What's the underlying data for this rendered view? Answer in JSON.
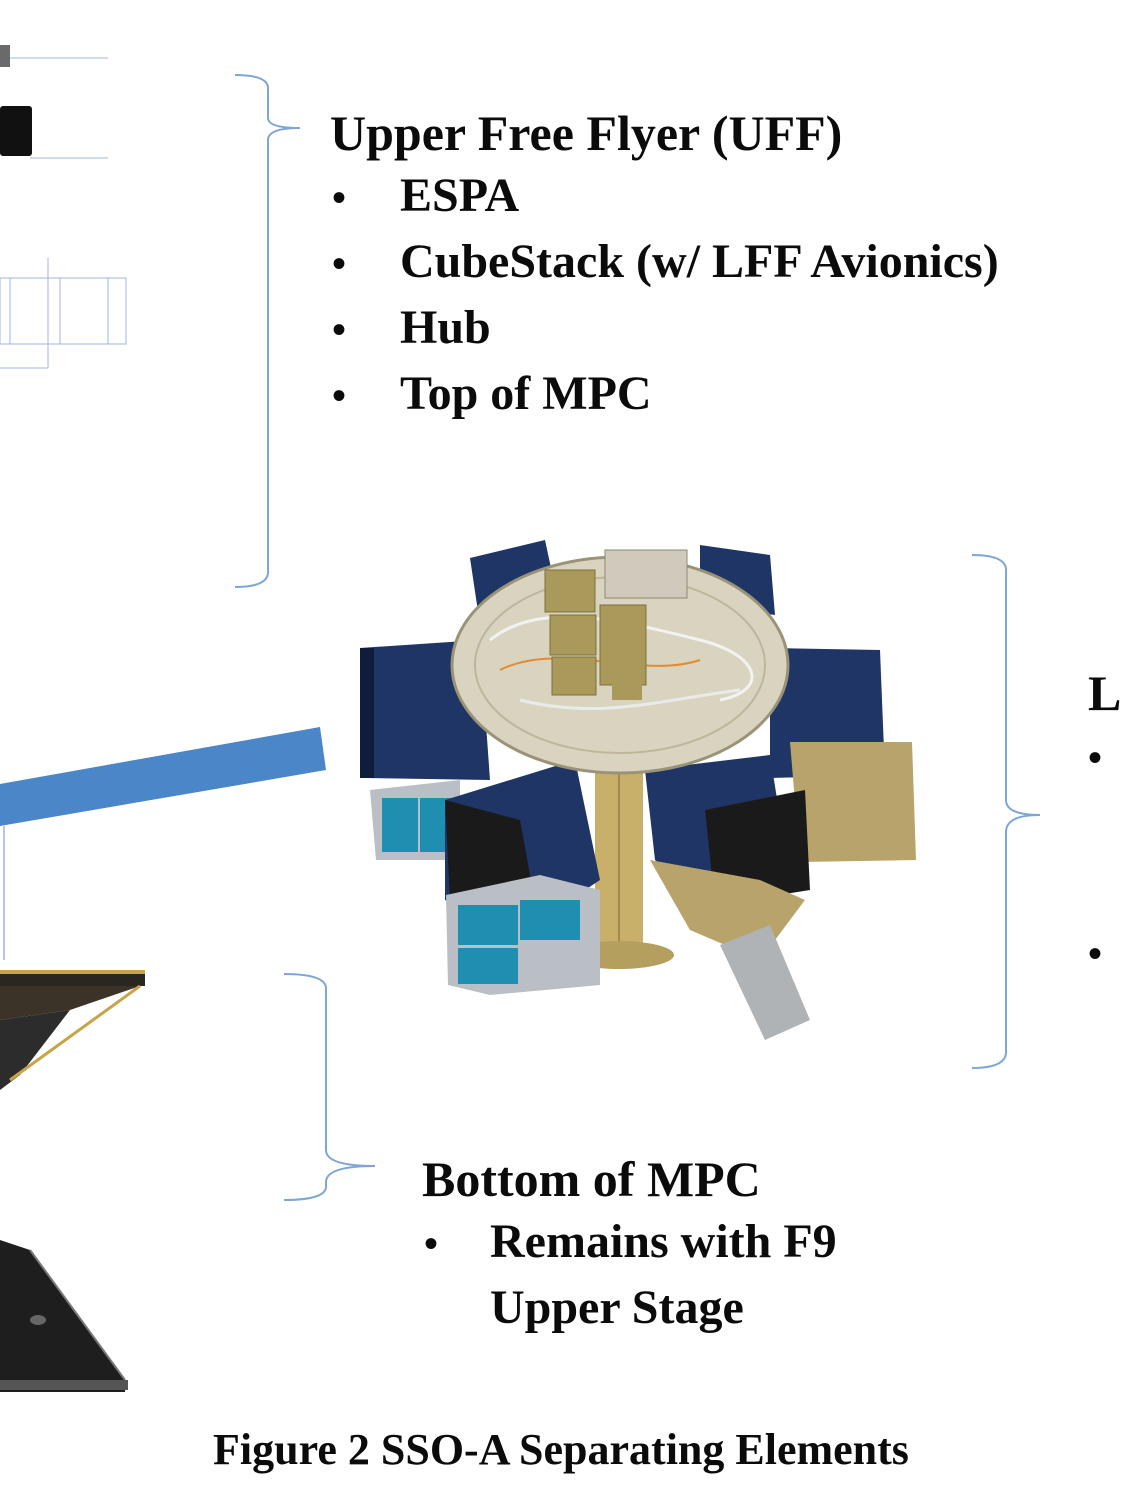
{
  "upper_free_flyer": {
    "heading": "Upper Free Flyer (UFF)",
    "items": [
      "ESPA",
      "CubeStack (w/ LFF Avionics)",
      "Hub",
      "Top of MPC"
    ]
  },
  "lower_free_flyer": {
    "heading_partial": "L"
  },
  "bottom_mpc": {
    "heading": "Bottom of MPC",
    "items": [
      "Remains with F9",
      "Upper Stage"
    ]
  },
  "caption": "Figure 2 SSO-A Separating Elements",
  "colors": {
    "bracket": "#7ea6d4",
    "navy_panel": "#1f3566",
    "boom_blue": "#4a86c8",
    "gold": "#b8a36a",
    "deck": "#d9d4bf",
    "black_panel": "#1a1a1a",
    "teal": "#1e8fb0"
  }
}
